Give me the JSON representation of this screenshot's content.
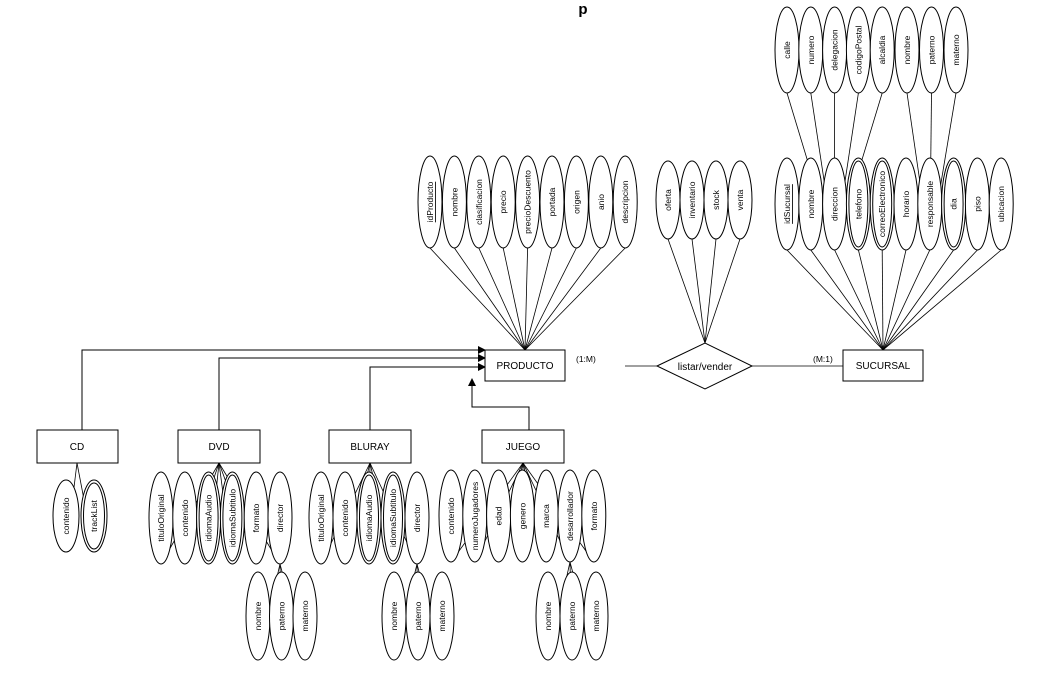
{
  "title_fragment": "p",
  "entities": {
    "producto": "PRODUCTO",
    "sucursal": "SUCURSAL",
    "cd": "CD",
    "dvd": "DVD",
    "bluray": "BLURAY",
    "juego": "JUEGO"
  },
  "relationship": {
    "label": "listar/vender",
    "card_left": "(1:M)",
    "card_right": "(M:1)"
  },
  "attributes": {
    "producto": [
      "idProducto",
      "nombre",
      "clasificacion",
      "precio",
      "precioDescuento",
      "portada",
      "origen",
      "anio",
      "descripcion"
    ],
    "relationship": [
      "oferta",
      "inventario",
      "stock",
      "venta"
    ],
    "sucursal": [
      "idSucursal",
      "nombre",
      "direccion",
      "telefono",
      "correoElectronico",
      "horario",
      "responsable",
      "dia",
      "piso",
      "ubicacion"
    ],
    "direccion": [
      "calle",
      "numero",
      "delegacion",
      "codigoPostal",
      "alcaldia"
    ],
    "responsable": [
      "nombre",
      "paterno",
      "materno"
    ],
    "cd": [
      "contenido",
      "trackList"
    ],
    "dvd": [
      "tituloOriginal",
      "contenido",
      "idiomaAudio",
      "idiomaSubtitulo",
      "formato",
      "director"
    ],
    "dvd_director": [
      "nombre",
      "paterno",
      "materno"
    ],
    "bluray": [
      "tituloOriginal",
      "contenido",
      "idiomaAudio",
      "idiomaSubtitulo",
      "director"
    ],
    "bluray_director": [
      "nombre",
      "paterno",
      "materno"
    ],
    "juego": [
      "contenido",
      "numeroJugadores",
      "edad",
      "genero",
      "marca",
      "desarrollador",
      "formato"
    ],
    "juego_desarrollador": [
      "nombre",
      "paterno",
      "materno"
    ]
  },
  "key_attributes": [
    "idProducto",
    "idSucursal"
  ],
  "multivalued_attributes": [
    "trackList",
    "idiomaAudio",
    "idiomaSubtitulo",
    "telefono",
    "correoElectronico",
    "dia"
  ]
}
